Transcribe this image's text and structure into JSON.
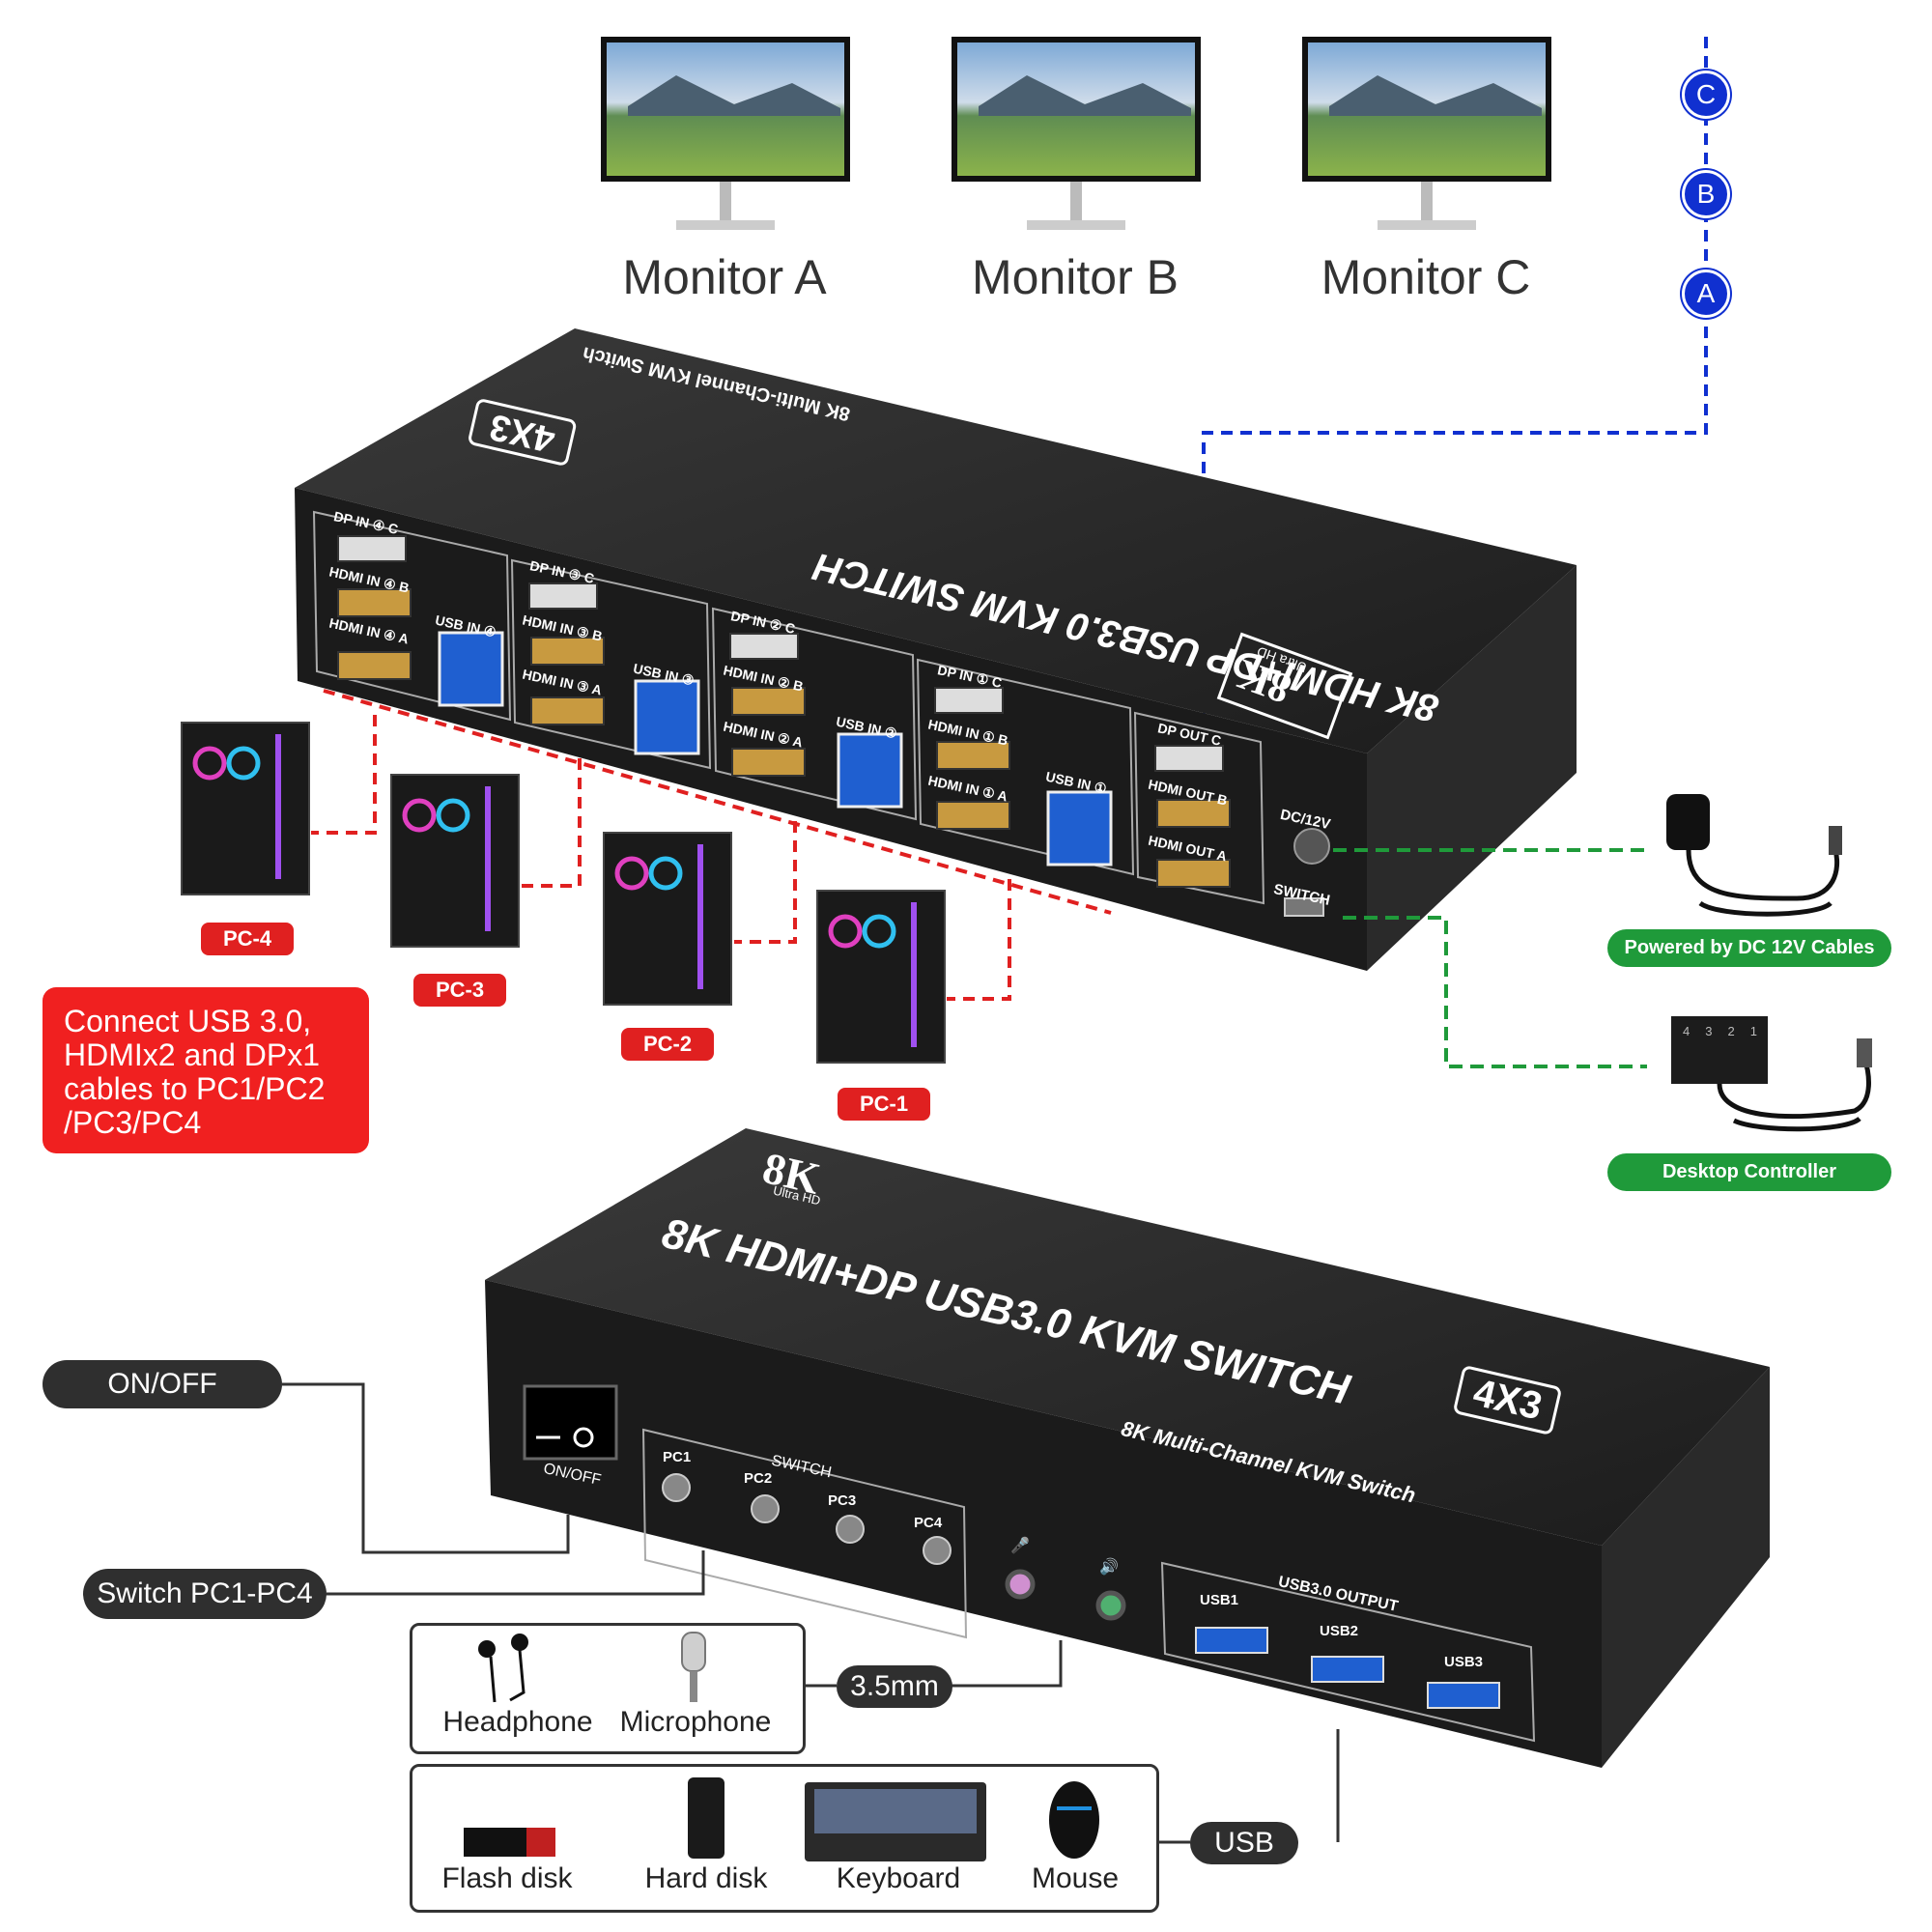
{
  "monitors": [
    "Monitor A",
    "Monitor B",
    "Monitor C"
  ],
  "channel_markers": [
    "C",
    "B",
    "A"
  ],
  "rear_device": {
    "title": "8K HDMI+DP USB3.0 KVM SWITCH",
    "model": "4X3",
    "subtitle": "8K Multi-Channel KVM Switch",
    "badge": "8K",
    "badge_sub": "Ultra HD",
    "ports": {
      "pc4": [
        "DP IN ④ C",
        "HDMI IN ④ B",
        "HDMI IN ④ A",
        "USB IN ④"
      ],
      "pc3": [
        "DP IN ③ C",
        "HDMI IN ③ B",
        "HDMI IN ③ A",
        "USB IN ③"
      ],
      "pc2": [
        "DP IN ② C",
        "HDMI IN ② B",
        "HDMI IN ② A",
        "USB IN ②"
      ],
      "pc1": [
        "DP IN ① C",
        "HDMI IN ① B",
        "HDMI IN ① A",
        "USB IN ①"
      ],
      "out": [
        "DP OUT C",
        "HDMI OUT B",
        "HDMI OUT A"
      ]
    },
    "dc_label": "DC/12V",
    "switch_label": "SWITCH"
  },
  "pcs": [
    "PC-4",
    "PC-3",
    "PC-2",
    "PC-1"
  ],
  "connect_note": [
    "Connect USB 3.0,",
    "HDMIx2 and DPx1",
    "cables to PC1/PC2",
    "/PC3/PC4"
  ],
  "power_label": "Powered by DC 12V Cables",
  "controller_label": "Desktop Controller",
  "front_device": {
    "title": "8K HDMI+DP USB3.0 KVM SWITCH",
    "model": "4X3",
    "subtitle": "8K Multi-Channel KVM Switch",
    "badge": "8K",
    "badge_sub": "Ultra HD",
    "onoff": "ON/OFF",
    "switch_group": "SWITCH",
    "buttons": [
      "PC1",
      "PC2",
      "PC3",
      "PC4"
    ],
    "usb_group": "USB3.0 OUTPUT",
    "usb_ports": [
      "USB1",
      "USB2",
      "USB3"
    ]
  },
  "callouts": {
    "onoff": "ON/OFF",
    "switch": "Switch PC1-PC4",
    "audio": "3.5mm",
    "usb": "USB"
  },
  "audio_items": [
    "Headphone",
    "Microphone"
  ],
  "usb_items": [
    "Flash disk",
    "Hard disk",
    "Keyboard",
    "Mouse"
  ],
  "controller_digits": [
    "4",
    "3",
    "2",
    "1"
  ],
  "colors": {
    "red": "#e02020",
    "green": "#1f9a3a",
    "blue": "#1030d0",
    "device": "#222222"
  }
}
